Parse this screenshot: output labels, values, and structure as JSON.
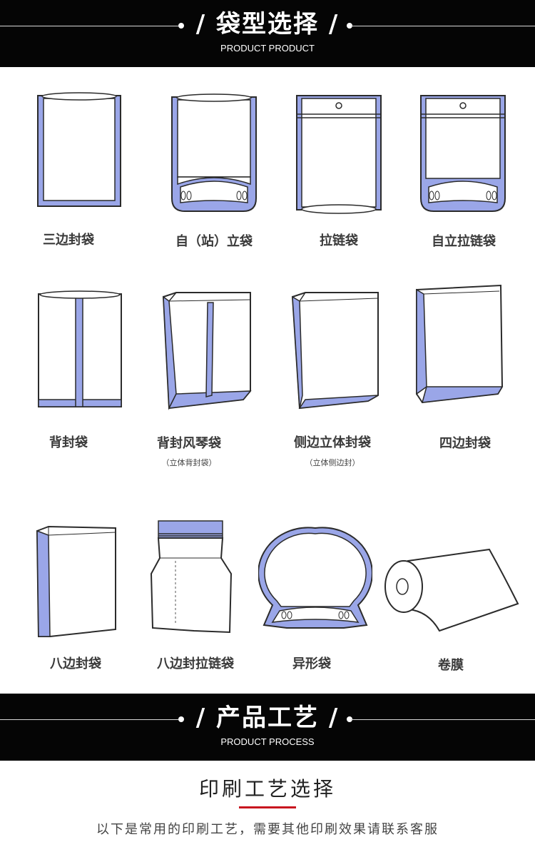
{
  "banner_bag": {
    "title": "/ 袋型选择 /",
    "subtitle": "PRODUCT PRODUCT"
  },
  "bag_types": [
    {
      "name": "三边封袋"
    },
    {
      "name": "自（站）立袋"
    },
    {
      "name": "拉链袋"
    },
    {
      "name": "自立拉链袋"
    },
    {
      "name": "背封袋"
    },
    {
      "name": "背封风琴袋",
      "note": "（立体背封袋）"
    },
    {
      "name": "侧边立体封袋",
      "note": "（立体侧边封）"
    },
    {
      "name": "四边封袋"
    },
    {
      "name": "八边封袋"
    },
    {
      "name": "八边封拉链袋"
    },
    {
      "name": "异形袋"
    },
    {
      "name": "卷膜"
    }
  ],
  "banner_process": {
    "title": "/ 产品工艺 /",
    "subtitle": "PRODUCT PROCESS"
  },
  "process": {
    "heading": "印刷工艺选择",
    "description": "以下是常用的印刷工艺，需要其他印刷效果请联系客服"
  },
  "colors": {
    "banner_bg": "#050505",
    "seal_blue": "#9aa6e8",
    "outline": "#2b2b2b",
    "accent_red": "#c8141e"
  },
  "icons": [
    "three-side-seal-bag-icon",
    "stand-up-bag-icon",
    "zipper-bag-icon",
    "stand-up-zipper-bag-icon",
    "back-seal-bag-icon",
    "gusset-back-seal-bag-icon",
    "side-gusset-bag-icon",
    "four-side-seal-bag-icon",
    "eight-side-seal-bag-icon",
    "eight-side-zipper-bag-icon",
    "shaped-bag-icon",
    "roll-film-icon"
  ]
}
